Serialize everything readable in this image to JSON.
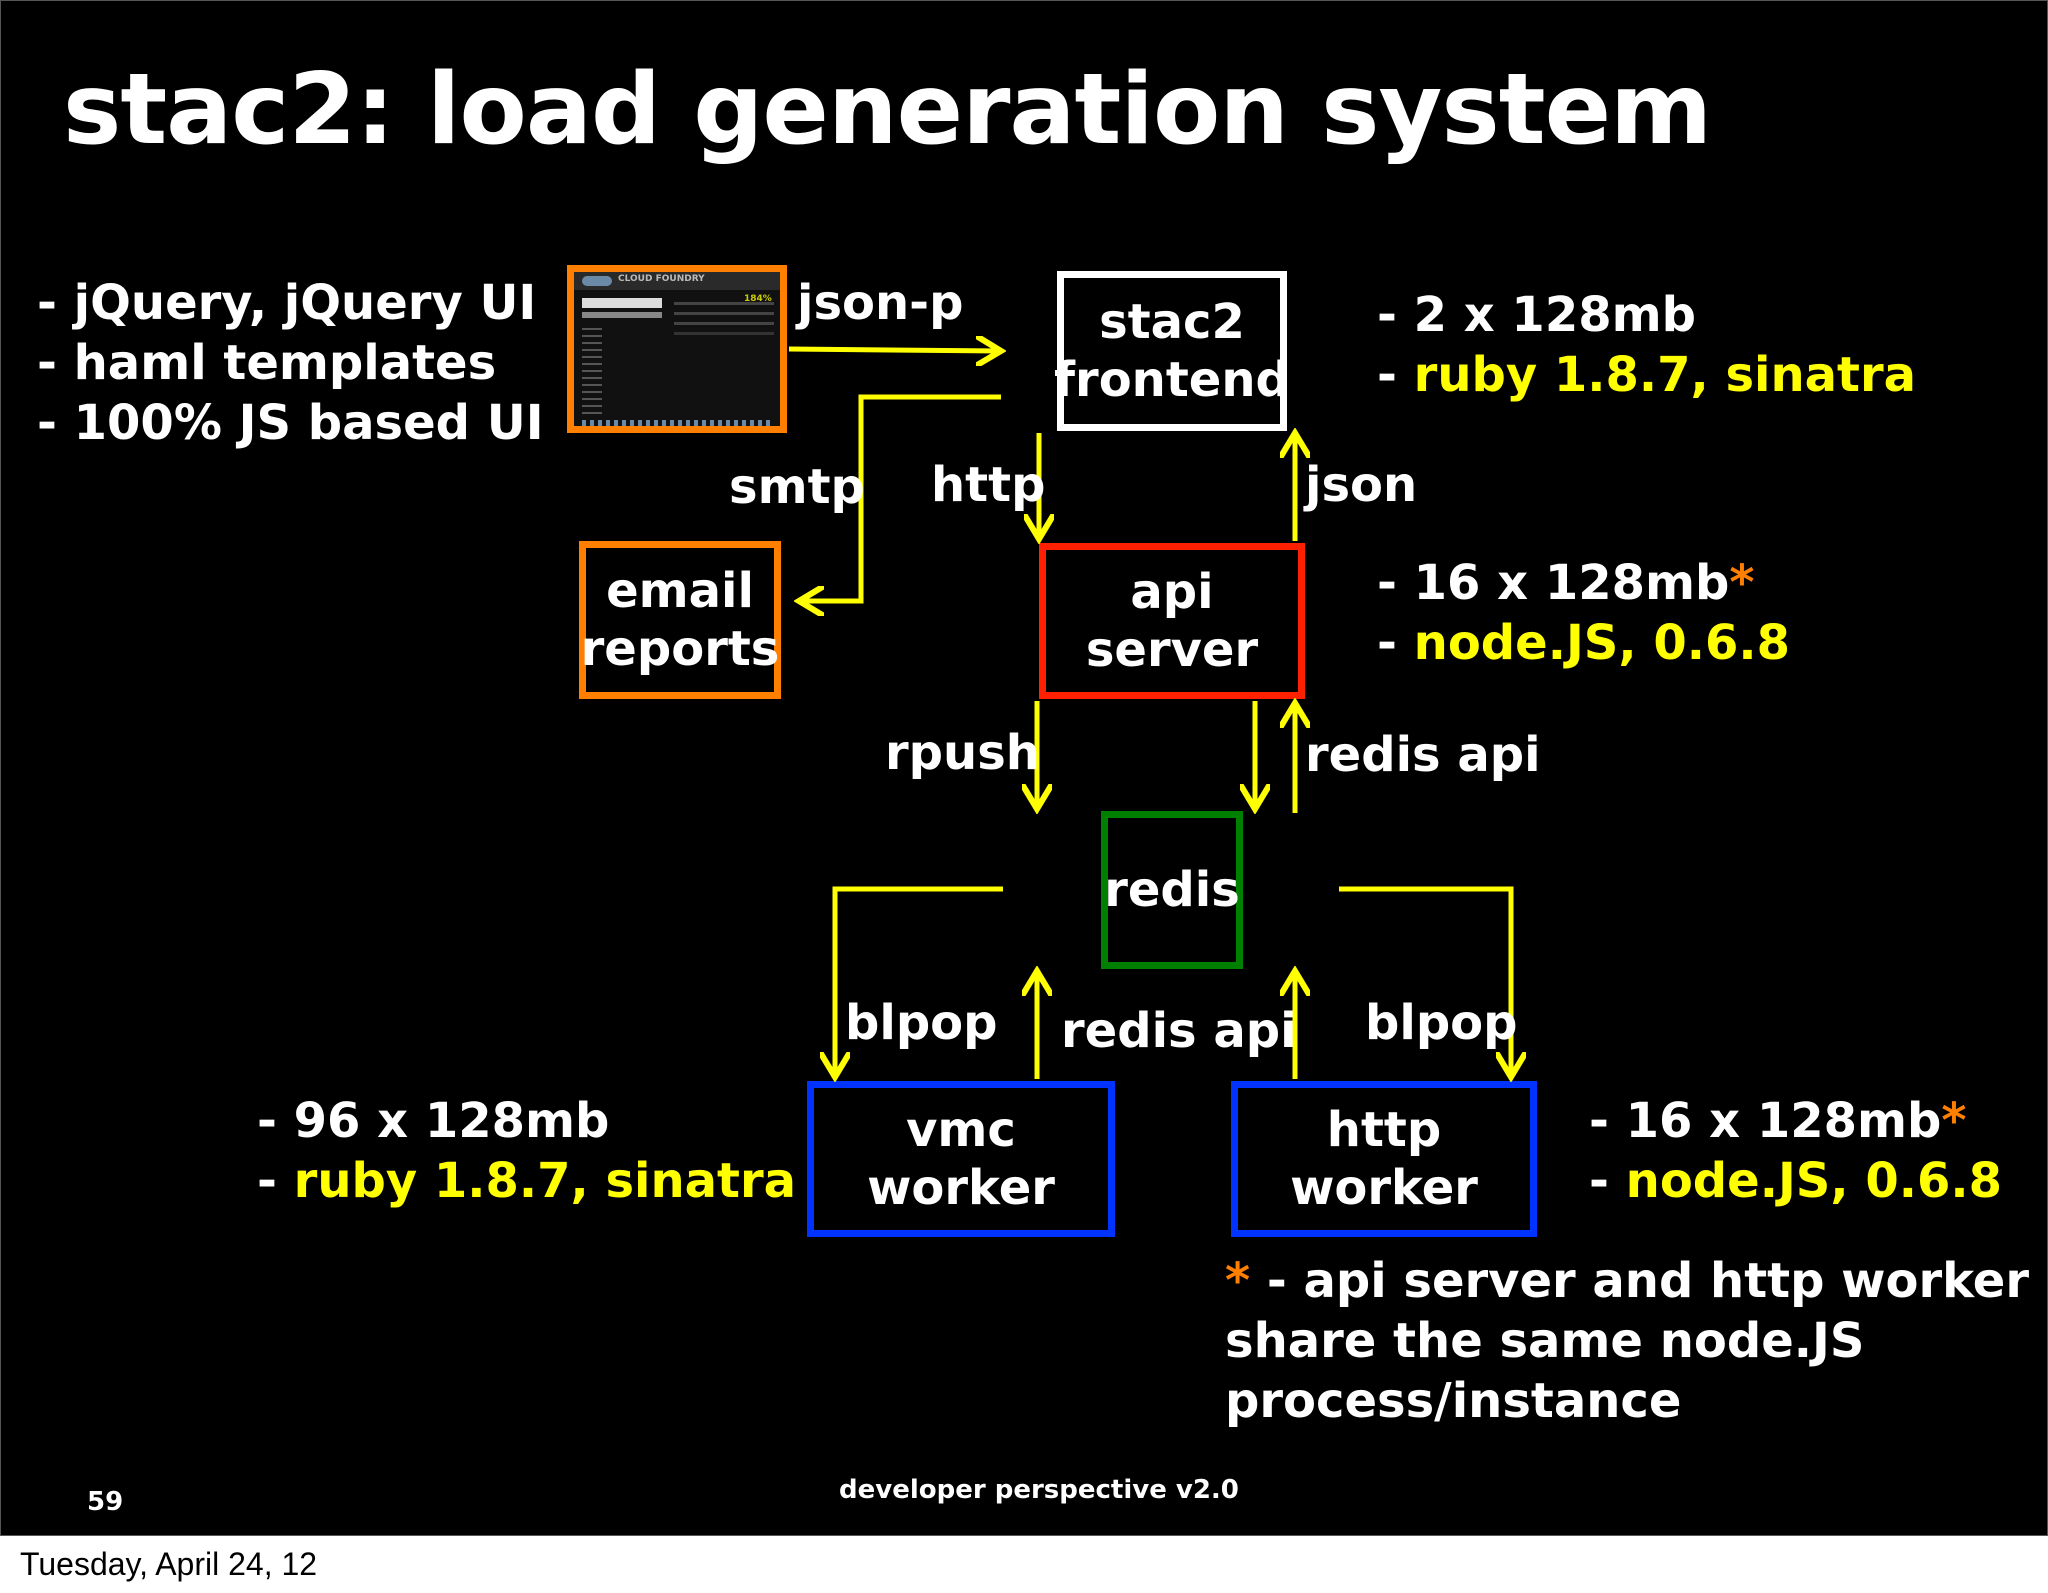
{
  "title": "stac2: load generation system",
  "left_bullets": [
    "- jQuery, jQuery UI",
    "- haml templates",
    "- 100% JS based UI"
  ],
  "frontend_specs": {
    "line1": "- 2 x 128mb",
    "line2_prefix": "- ",
    "line2": "ruby 1.8.7, sinatra"
  },
  "api_specs": {
    "line1": "- 16 x 128mb",
    "asterisk": "*",
    "line2_prefix": "- ",
    "line2": "node.JS, 0.6.8"
  },
  "vmc_specs": {
    "line1": "- 96 x 128mb",
    "line2_prefix": "- ",
    "line2": "ruby 1.8.7, sinatra"
  },
  "http_specs": {
    "line1": "- 16 x 128mb",
    "asterisk": "*",
    "line2_prefix": "- ",
    "line2": "node.JS, 0.6.8"
  },
  "boxes": {
    "frontend": {
      "line1": "stac2",
      "line2": "frontend"
    },
    "email": {
      "line1": "email",
      "line2": "reports"
    },
    "api": "api server",
    "redis": "redis",
    "vmc": "vmc worker",
    "http": "http worker"
  },
  "labels": {
    "jsonp": "json-p",
    "smtp": "smtp",
    "http": "http",
    "json": "json",
    "rpush": "rpush",
    "redis_api_top": "redis api",
    "blpop_left": "blpop",
    "redis_api_bottom": "redis api",
    "blpop_right": "blpop"
  },
  "note": {
    "asterisk": "*",
    "line1": " - api server and http worker",
    "line2": "share the same node.JS",
    "line3": "process/instance"
  },
  "thumbnail": {
    "header": "CLOUD FOUNDRY",
    "badge": "184%"
  },
  "footer": "developer perspective v2.0",
  "page_number": "59",
  "date": "Tuesday, April 24, 12",
  "colors": {
    "arrow": "#ffff00",
    "frontend": "#ffffff",
    "email": "#ff7f00",
    "api": "#ff2000",
    "redis": "#008000",
    "worker": "#0033ff",
    "highlight": "#ffff00",
    "asterisk": "#ff7f00"
  }
}
